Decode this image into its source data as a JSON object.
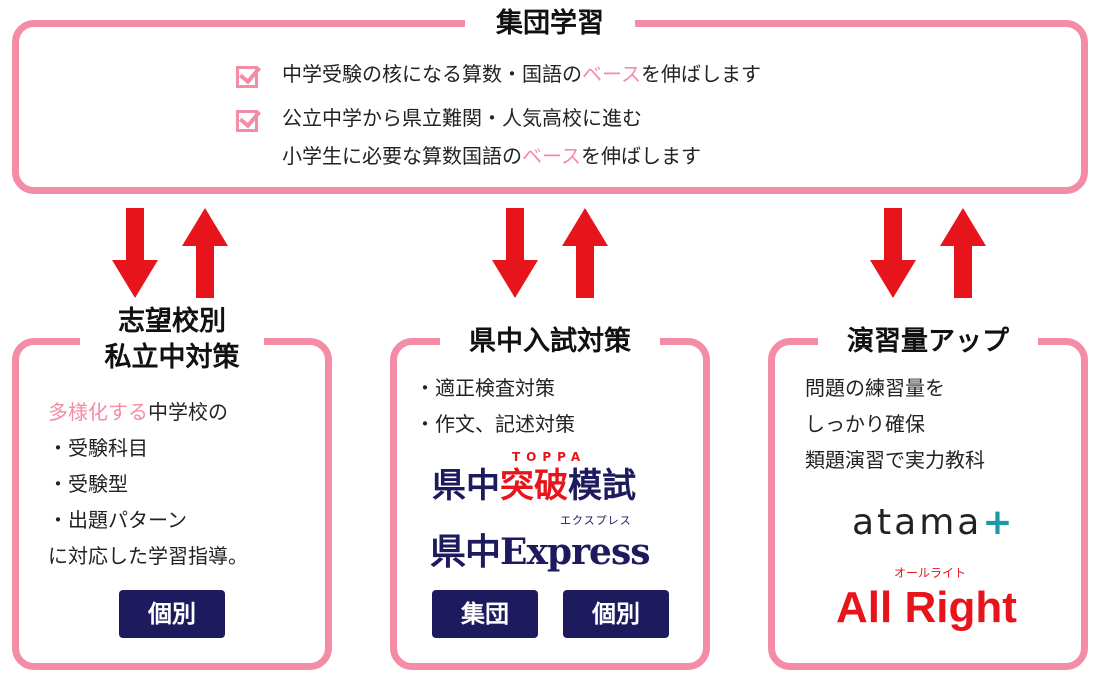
{
  "top": {
    "title": "集団学習",
    "items": [
      {
        "parts": [
          "中学受験の核になる算数・国語の",
          "ベース",
          "を伸ばします"
        ]
      },
      {
        "line1": "公立中学から県立難関・人気高校に進む",
        "parts": [
          "小学生に必要な算数国語の",
          "ベース",
          "を伸ばします"
        ]
      }
    ]
  },
  "left": {
    "title1": "志望校別",
    "title2": "私立中対策",
    "lead_pink": "多様化する",
    "lead": "中学校の",
    "lines": [
      "・受験科目",
      "・受験型",
      "・出題パターン",
      "に対応した学習指導。"
    ],
    "badge": "個別"
  },
  "center": {
    "title": "県中入試対策",
    "lines": [
      "・適正検査対策",
      "・作文、記述対策"
    ],
    "logo1": {
      "a": "県中",
      "b": "突破",
      "c": "模試",
      "ruby": "TOPPA"
    },
    "logo2": {
      "a": "県中Express",
      "ruby": "エクスプレス"
    },
    "badges": [
      "集団",
      "個別"
    ]
  },
  "right": {
    "title": "演習量アップ",
    "lines": [
      "問題の練習量を",
      "しっかり確保",
      "類題演習で実力教科"
    ],
    "logo1": "atama",
    "logo1_plus": "+",
    "logo2": "All Right",
    "logo2_ruby": "オールライト"
  },
  "colors": {
    "pink": "#f48ca6",
    "red": "#e8141c",
    "navy": "#1d1a5e",
    "teal": "#1a9aa8"
  }
}
